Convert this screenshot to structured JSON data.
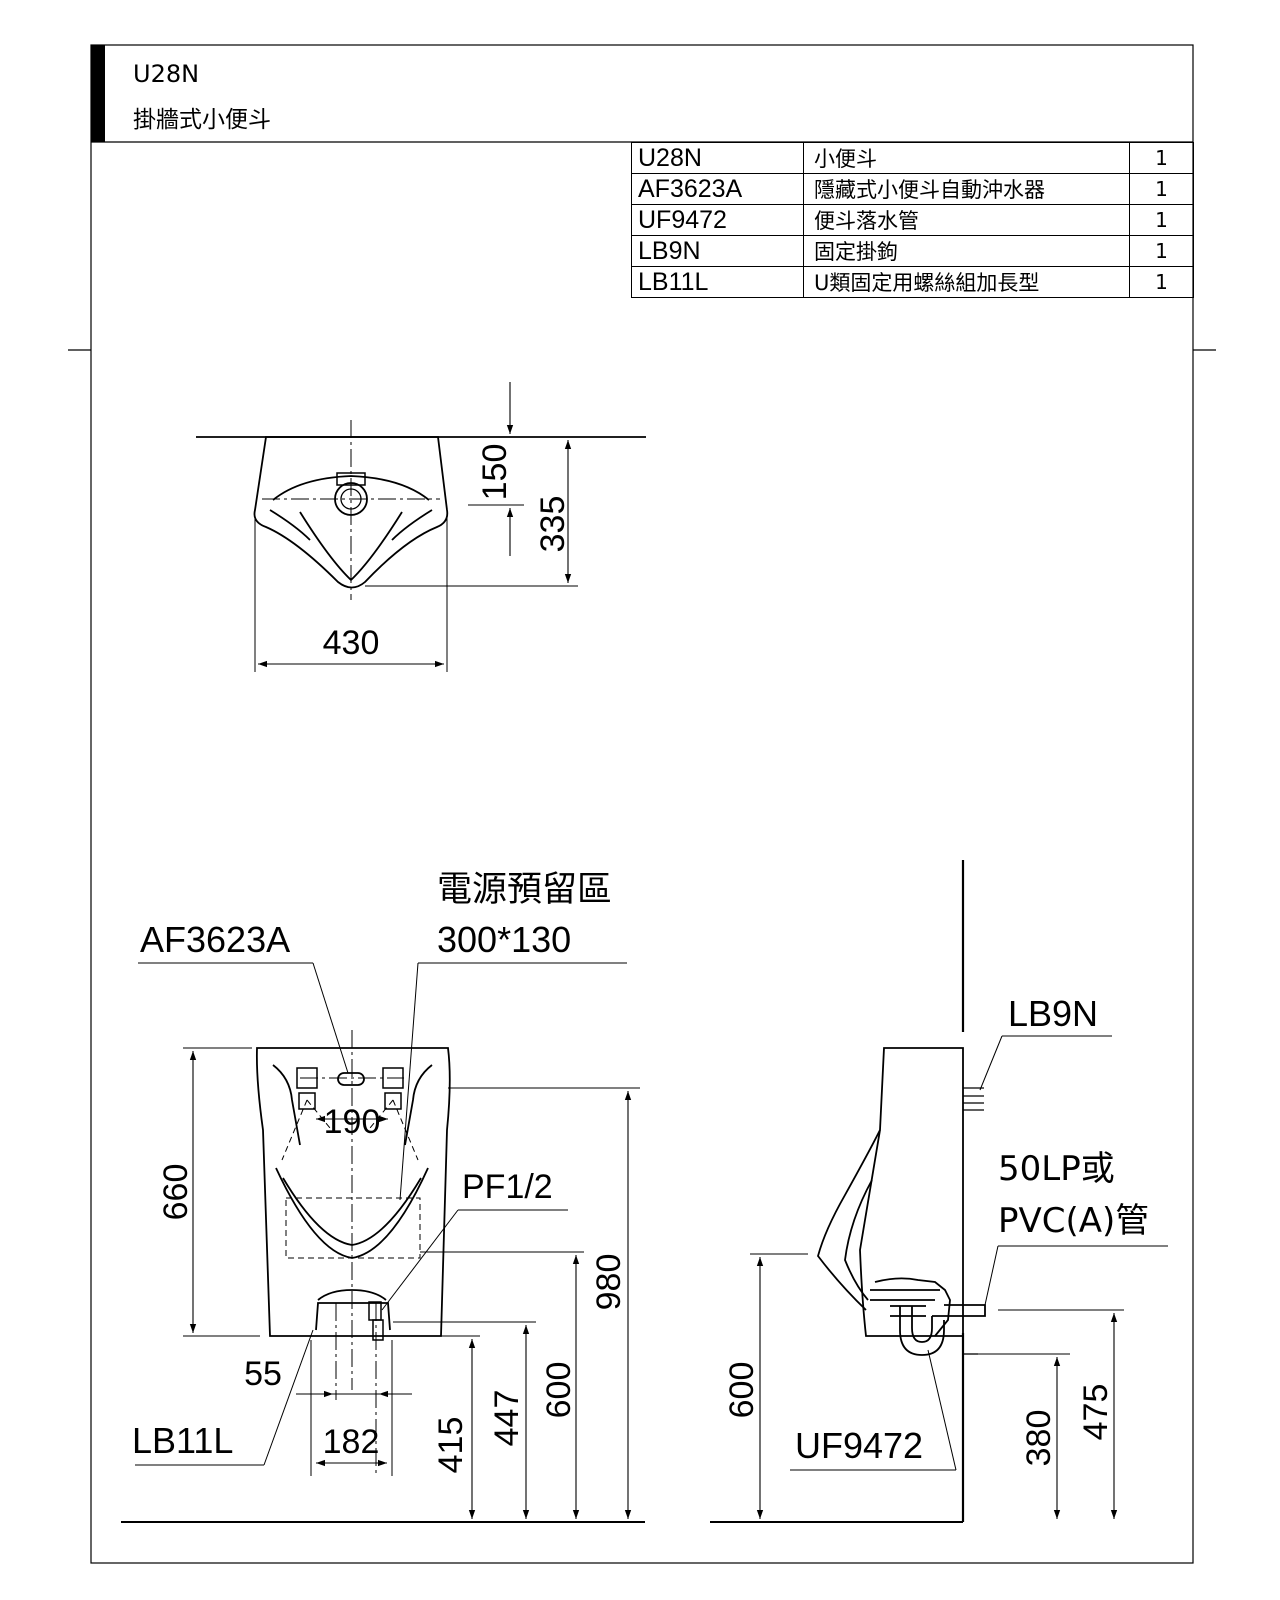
{
  "header": {
    "model": "U28N",
    "name": "掛牆式小便斗"
  },
  "parts": [
    {
      "code": "U28N",
      "name": "小便斗",
      "qty": "1"
    },
    {
      "code": "AF3623A",
      "name": "隱藏式小便斗自動沖水器",
      "qty": "1"
    },
    {
      "code": "UF9472",
      "name": "便斗落水管",
      "qty": "1"
    },
    {
      "code": "LB9N",
      "name": "固定掛鉤",
      "qty": "1"
    },
    {
      "code": "LB11L",
      "name": "U類固定用螺絲組加長型",
      "qty": "1"
    }
  ],
  "top_view": {
    "dim_depth_top": "150",
    "dim_depth_total": "335",
    "dim_width": "430"
  },
  "front_view": {
    "label_sensor": "AF3623A",
    "label_power_title": "電源預留區",
    "label_power_size": "300*130",
    "label_pf": "PF1/2",
    "label_screw_set": "LB11L",
    "dim_sensor_spacing": "190",
    "dim_body_height": "660",
    "dim_top_height": "980",
    "dim_inlet_height": "600",
    "dim_bracket_height": "447",
    "dim_outlet_height": "415",
    "dim_offset": "55",
    "dim_bolt_spacing": "182"
  },
  "side_view": {
    "label_hook": "LB9N",
    "label_pipe_line1": "50LP或",
    "label_pipe_line2": "PVC(A)管",
    "label_drain": "UF9472",
    "dim_rim_height": "600",
    "dim_drain_height": "380",
    "dim_pipe_height": "475"
  }
}
